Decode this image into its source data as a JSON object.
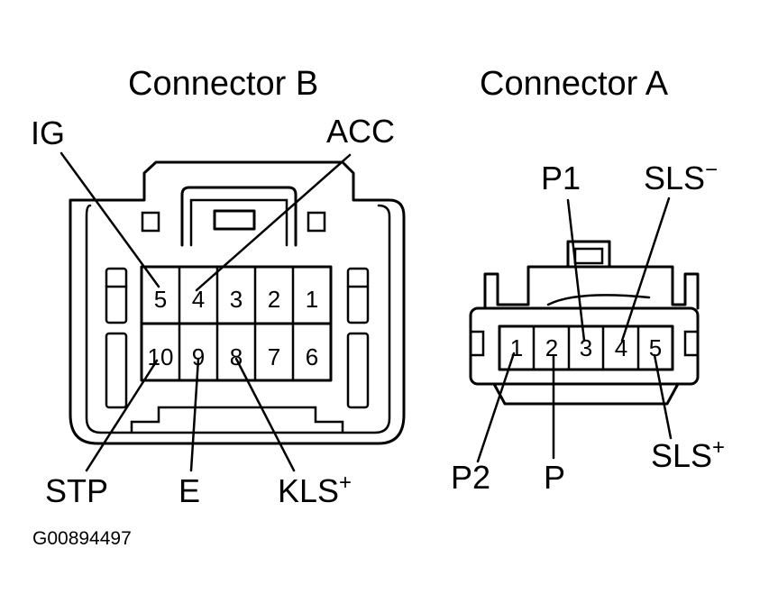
{
  "connector_b": {
    "title": "Connector B",
    "pins_top": [
      "5",
      "4",
      "3",
      "2",
      "1"
    ],
    "pins_bottom": [
      "10",
      "9",
      "8",
      "7",
      "6"
    ],
    "labels": {
      "ig": "IG",
      "acc": "ACC",
      "stp": "STP",
      "e": "E",
      "kls": "KLS",
      "kls_sup": "+"
    }
  },
  "connector_a": {
    "title": "Connector A",
    "pins": [
      "1",
      "2",
      "3",
      "4",
      "5"
    ],
    "labels": {
      "p1": "P1",
      "sls_minus": "SLS",
      "sls_minus_sup": "−",
      "p2": "P2",
      "p": "P",
      "sls_plus": "SLS",
      "sls_plus_sup": "+"
    }
  },
  "figure_code": "G00894497"
}
